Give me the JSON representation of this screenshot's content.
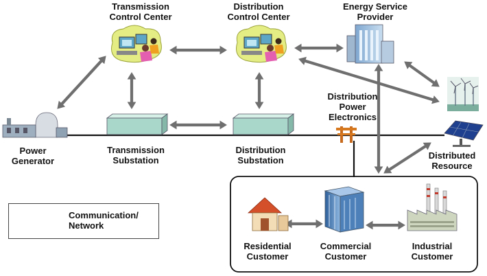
{
  "nodes": {
    "transmission_control_center": {
      "line1": "Transmission",
      "line2": "Control Center",
      "icon": "operator-workstation-icon"
    },
    "distribution_control_center": {
      "line1": "Distribution",
      "line2": "Control Center",
      "icon": "operator-workstation-icon"
    },
    "energy_service_provider": {
      "line1": "Energy Service",
      "line2": "Provider",
      "icon": "office-building-icon"
    },
    "power_generator": {
      "line1": "Power",
      "line2": "Generator",
      "icon": "power-plant-icon"
    },
    "transmission_substation": {
      "line1": "Transmission",
      "line2": "Substation",
      "icon": "substation-icon"
    },
    "distribution_substation": {
      "line1": "Distribution",
      "line2": "Substation",
      "icon": "substation-icon"
    },
    "distribution_power_electronics": {
      "line1": "Distribution",
      "line2": "Power",
      "line3": "Electronics",
      "icon": "utility-pole-icon"
    },
    "distributed_resource": {
      "line1": "Distributed",
      "line2": "Resource",
      "icon": "wind-solar-icon"
    },
    "residential_customer": {
      "line1": "Residential",
      "line2": "Customer",
      "icon": "house-icon"
    },
    "commercial_customer": {
      "line1": "Commercial",
      "line2": "Customer",
      "icon": "tower-building-icon"
    },
    "industrial_customer": {
      "line1": "Industrial",
      "line2": "Customer",
      "icon": "factory-icon"
    }
  },
  "legend": {
    "line1": "Communication/",
    "line2": "Network",
    "icon": "double-arrow-icon"
  },
  "colors": {
    "arrow": "#6f6f6f",
    "line": "#111111",
    "substation": "#a9d7c9",
    "monitor": "#e8f08a"
  }
}
